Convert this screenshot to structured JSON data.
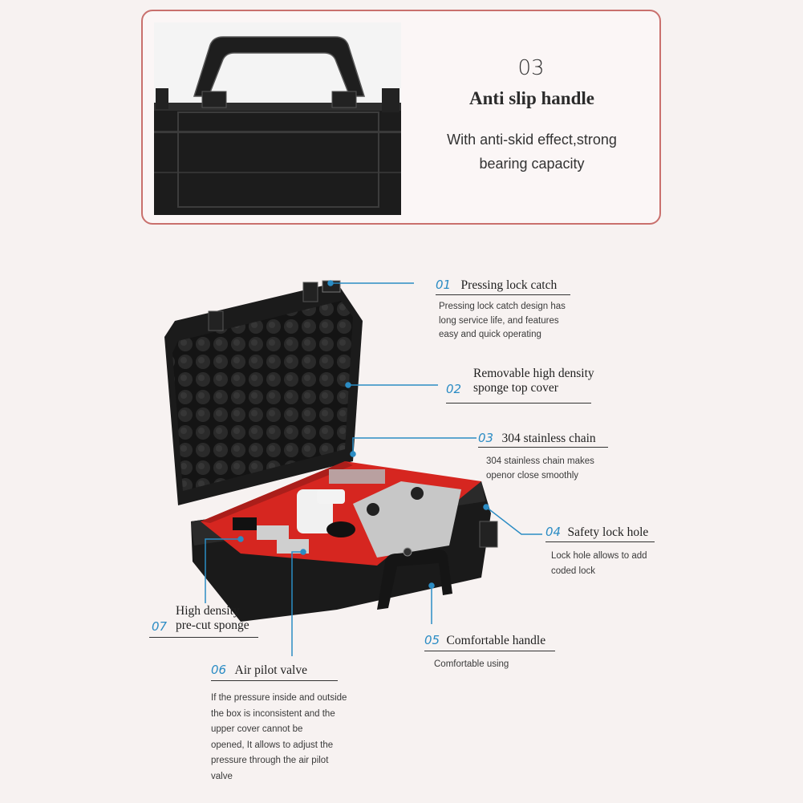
{
  "top_feature": {
    "number": "03",
    "title": "Anti slip handle",
    "description": "With anti-skid effect,strong\nbearing capacity"
  },
  "callouts": [
    {
      "number": "01",
      "title": "Pressing lock catch",
      "description": "Pressing lock catch design has\nlong service life, and features\neasy and quick operating"
    },
    {
      "number": "02",
      "title": "Removable high density\nsponge top cover",
      "description": ""
    },
    {
      "number": "03",
      "title": "304 stainless chain",
      "description": "304 stainless chain makes\nopenor close smoothly"
    },
    {
      "number": "04",
      "title": "Safety lock hole",
      "description": "Lock hole allows to add\ncoded lock"
    },
    {
      "number": "05",
      "title": "Comfortable handle",
      "description": "Comfortable using"
    },
    {
      "number": "06",
      "title": "Air pilot valve",
      "description": "If the pressure inside and outside\nthe box is inconsistent and the\nupper cover cannot be\nopened, It allows to adjust the\npressure through the air pilot\nvalve"
    },
    {
      "number": "07",
      "title": "High density\npre-cut sponge",
      "description": ""
    }
  ],
  "colors": {
    "accent": "#2b8cc4",
    "panel_border": "#c9706d",
    "case_black": "#1a1a1a",
    "foam_red": "#e32b24"
  }
}
